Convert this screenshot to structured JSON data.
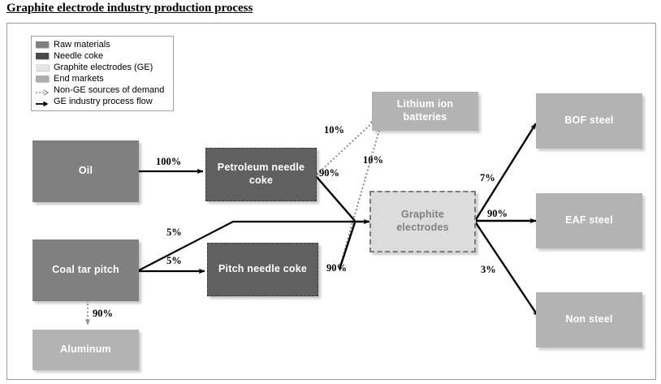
{
  "title": "Graphite electrode industry production process",
  "legend": {
    "items": [
      {
        "label": "Raw materials",
        "kind": "swatch",
        "swatch": "raw-sw",
        "color": "#808080"
      },
      {
        "label": "Needle coke",
        "kind": "swatch",
        "swatch": "coke-sw",
        "color": "#4a4a4a"
      },
      {
        "label": "Graphite electrodes (GE)",
        "kind": "swatch",
        "swatch": "ge-sw",
        "color": "#e4e4e4"
      },
      {
        "label": "End markets",
        "kind": "swatch",
        "swatch": "mkt-sw",
        "color": "#adadad"
      },
      {
        "label": "Non-GE sources of demand",
        "kind": "arrow-dotted",
        "color": "#7a7a7a"
      },
      {
        "label": "GE industry process flow",
        "kind": "arrow-solid",
        "color": "#000000"
      }
    ]
  },
  "nodes": [
    {
      "id": "oil",
      "label": "Oil",
      "type": "raw-materials"
    },
    {
      "id": "coal-tar-pitch",
      "label": "Coal tar pitch",
      "type": "raw-materials"
    },
    {
      "id": "petroleum-needle-coke",
      "label": "Petroleum needle coke",
      "type": "needle-coke"
    },
    {
      "id": "pitch-needle-coke",
      "label": "Pitch needle coke",
      "type": "needle-coke"
    },
    {
      "id": "graphite-electrodes",
      "label": "Graphite electrodes",
      "type": "graphite-electrodes"
    },
    {
      "id": "lithium-ion-batteries",
      "label": "Lithium ion batteries",
      "type": "end-market"
    },
    {
      "id": "aluminum",
      "label": "Aluminum",
      "type": "end-market"
    },
    {
      "id": "bof-steel",
      "label": "BOF steel",
      "type": "end-market"
    },
    {
      "id": "eaf-steel",
      "label": "EAF steel",
      "type": "end-market"
    },
    {
      "id": "non-steel",
      "label": "Non steel",
      "type": "end-market"
    }
  ],
  "flows": [
    {
      "from": "oil",
      "to": "petroleum-needle-coke",
      "value": "100%",
      "style": "solid"
    },
    {
      "from": "petroleum-needle-coke",
      "to": "lithium-ion-batteries",
      "value": "10%",
      "style": "dotted"
    },
    {
      "from": "petroleum-needle-coke",
      "to": "graphite-electrodes",
      "value": "90%",
      "style": "solid"
    },
    {
      "from": "pitch-needle-coke",
      "to": "lithium-ion-batteries",
      "value": "10%",
      "style": "dotted"
    },
    {
      "from": "pitch-needle-coke",
      "to": "graphite-electrodes",
      "value": "90%",
      "style": "solid"
    },
    {
      "from": "coal-tar-pitch",
      "to": "graphite-electrodes",
      "value": "5%",
      "style": "solid"
    },
    {
      "from": "coal-tar-pitch",
      "to": "pitch-needle-coke",
      "value": "5%",
      "style": "solid"
    },
    {
      "from": "coal-tar-pitch",
      "to": "aluminum",
      "value": "90%",
      "style": "dotted"
    },
    {
      "from": "graphite-electrodes",
      "to": "bof-steel",
      "value": "7%",
      "style": "solid"
    },
    {
      "from": "graphite-electrodes",
      "to": "eaf-steel",
      "value": "90%",
      "style": "solid"
    },
    {
      "from": "graphite-electrodes",
      "to": "non-steel",
      "value": "3%",
      "style": "solid"
    }
  ],
  "labels": {
    "p100": "100%",
    "p10_top": "10%",
    "p10_mid": "10%",
    "p90_petroleum": "90%",
    "p5_upper": "5%",
    "p5_lower": "5%",
    "p90_pitch": "90%",
    "p90_aluminum": "90%",
    "p7_bof": "7%",
    "p90_eaf": "90%",
    "p3_nonsteel": "3%"
  }
}
